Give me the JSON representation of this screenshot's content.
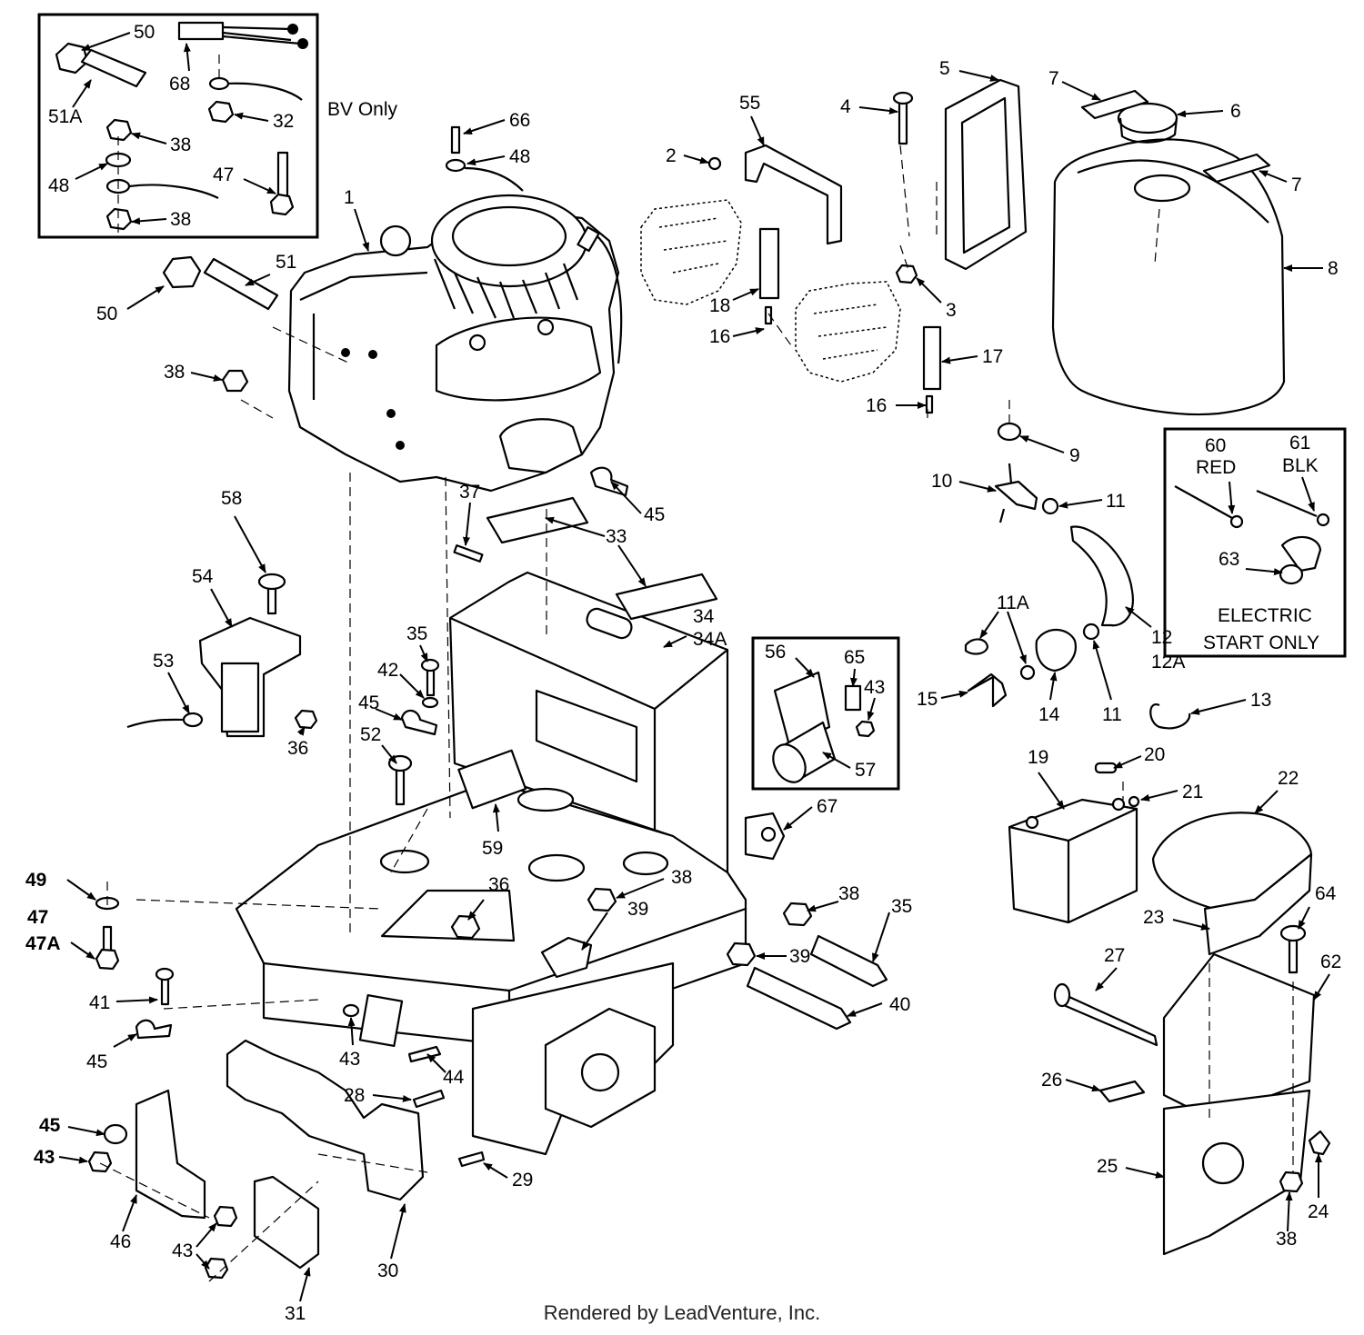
{
  "footer": "Rendered by LeadVenture, Inc.",
  "insets": {
    "bv_only": "BV Only",
    "electric_start_line1": "ELECTRIC",
    "electric_start_line2": "START ONLY",
    "wire_red_num": "60",
    "wire_red": "RED",
    "wire_blk_num": "61",
    "wire_blk": "BLK"
  },
  "callouts": [
    {
      "id": "c50a",
      "text": "50"
    },
    {
      "id": "c68",
      "text": "68"
    },
    {
      "id": "c51A",
      "text": "51A"
    },
    {
      "id": "c32",
      "text": "32"
    },
    {
      "id": "c38a",
      "text": "38"
    },
    {
      "id": "c48a",
      "text": "48"
    },
    {
      "id": "c47a",
      "text": "47"
    },
    {
      "id": "c38b",
      "text": "38"
    },
    {
      "id": "c66",
      "text": "66"
    },
    {
      "id": "c48b",
      "text": "48"
    },
    {
      "id": "c1",
      "text": "1"
    },
    {
      "id": "c51",
      "text": "51"
    },
    {
      "id": "c50b",
      "text": "50"
    },
    {
      "id": "c38c",
      "text": "38"
    },
    {
      "id": "c55",
      "text": "55"
    },
    {
      "id": "c2",
      "text": "2"
    },
    {
      "id": "c18",
      "text": "18"
    },
    {
      "id": "c16a",
      "text": "16"
    },
    {
      "id": "c4",
      "text": "4"
    },
    {
      "id": "c5",
      "text": "5"
    },
    {
      "id": "c7a",
      "text": "7"
    },
    {
      "id": "c6",
      "text": "6"
    },
    {
      "id": "c7b",
      "text": "7"
    },
    {
      "id": "c8",
      "text": "8"
    },
    {
      "id": "c3",
      "text": "3"
    },
    {
      "id": "c17",
      "text": "17"
    },
    {
      "id": "c16b",
      "text": "16"
    },
    {
      "id": "c9",
      "text": "9"
    },
    {
      "id": "c10",
      "text": "10"
    },
    {
      "id": "c11a",
      "text": "11"
    },
    {
      "id": "c11A",
      "text": "11A"
    },
    {
      "id": "c12",
      "text": "12"
    },
    {
      "id": "c12A",
      "text": "12A"
    },
    {
      "id": "c15",
      "text": "15"
    },
    {
      "id": "c14",
      "text": "14"
    },
    {
      "id": "c11b",
      "text": "11"
    },
    {
      "id": "c13",
      "text": "13"
    },
    {
      "id": "c63",
      "text": "63"
    },
    {
      "id": "c37",
      "text": "37"
    },
    {
      "id": "c45a",
      "text": "45"
    },
    {
      "id": "c33",
      "text": "33"
    },
    {
      "id": "c58",
      "text": "58"
    },
    {
      "id": "c54",
      "text": "54"
    },
    {
      "id": "c34",
      "text": "34"
    },
    {
      "id": "c34A",
      "text": "34A"
    },
    {
      "id": "c35a",
      "text": "35"
    },
    {
      "id": "c42",
      "text": "42"
    },
    {
      "id": "c45b",
      "text": "45"
    },
    {
      "id": "c53",
      "text": "53"
    },
    {
      "id": "c36a",
      "text": "36"
    },
    {
      "id": "c52",
      "text": "52"
    },
    {
      "id": "c56",
      "text": "56"
    },
    {
      "id": "c65",
      "text": "65"
    },
    {
      "id": "c43a",
      "text": "43"
    },
    {
      "id": "c57",
      "text": "57"
    },
    {
      "id": "c59",
      "text": "59"
    },
    {
      "id": "c67",
      "text": "67"
    },
    {
      "id": "c19",
      "text": "19"
    },
    {
      "id": "c20",
      "text": "20"
    },
    {
      "id": "c21",
      "text": "21"
    },
    {
      "id": "c22",
      "text": "22"
    },
    {
      "id": "c49",
      "text": "49"
    },
    {
      "id": "c47b",
      "text": "47"
    },
    {
      "id": "c47A",
      "text": "47A"
    },
    {
      "id": "c36b",
      "text": "36"
    },
    {
      "id": "c38d",
      "text": "38"
    },
    {
      "id": "c39a",
      "text": "39"
    },
    {
      "id": "c38e",
      "text": "38"
    },
    {
      "id": "c35b",
      "text": "35"
    },
    {
      "id": "c39b",
      "text": "39"
    },
    {
      "id": "c40",
      "text": "40"
    },
    {
      "id": "c23",
      "text": "23"
    },
    {
      "id": "c64",
      "text": "64"
    },
    {
      "id": "c41",
      "text": "41"
    },
    {
      "id": "c45c",
      "text": "45"
    },
    {
      "id": "c43b",
      "text": "43"
    },
    {
      "id": "c44",
      "text": "44"
    },
    {
      "id": "c28",
      "text": "28"
    },
    {
      "id": "c27",
      "text": "27"
    },
    {
      "id": "c62",
      "text": "62"
    },
    {
      "id": "c45d",
      "text": "45"
    },
    {
      "id": "c43c",
      "text": "43"
    },
    {
      "id": "c29",
      "text": "29"
    },
    {
      "id": "c26",
      "text": "26"
    },
    {
      "id": "c25",
      "text": "25"
    },
    {
      "id": "c24",
      "text": "24"
    },
    {
      "id": "c46",
      "text": "46"
    },
    {
      "id": "c43d",
      "text": "43"
    },
    {
      "id": "c30",
      "text": "30"
    },
    {
      "id": "c38f",
      "text": "38"
    },
    {
      "id": "c31",
      "text": "31"
    }
  ]
}
